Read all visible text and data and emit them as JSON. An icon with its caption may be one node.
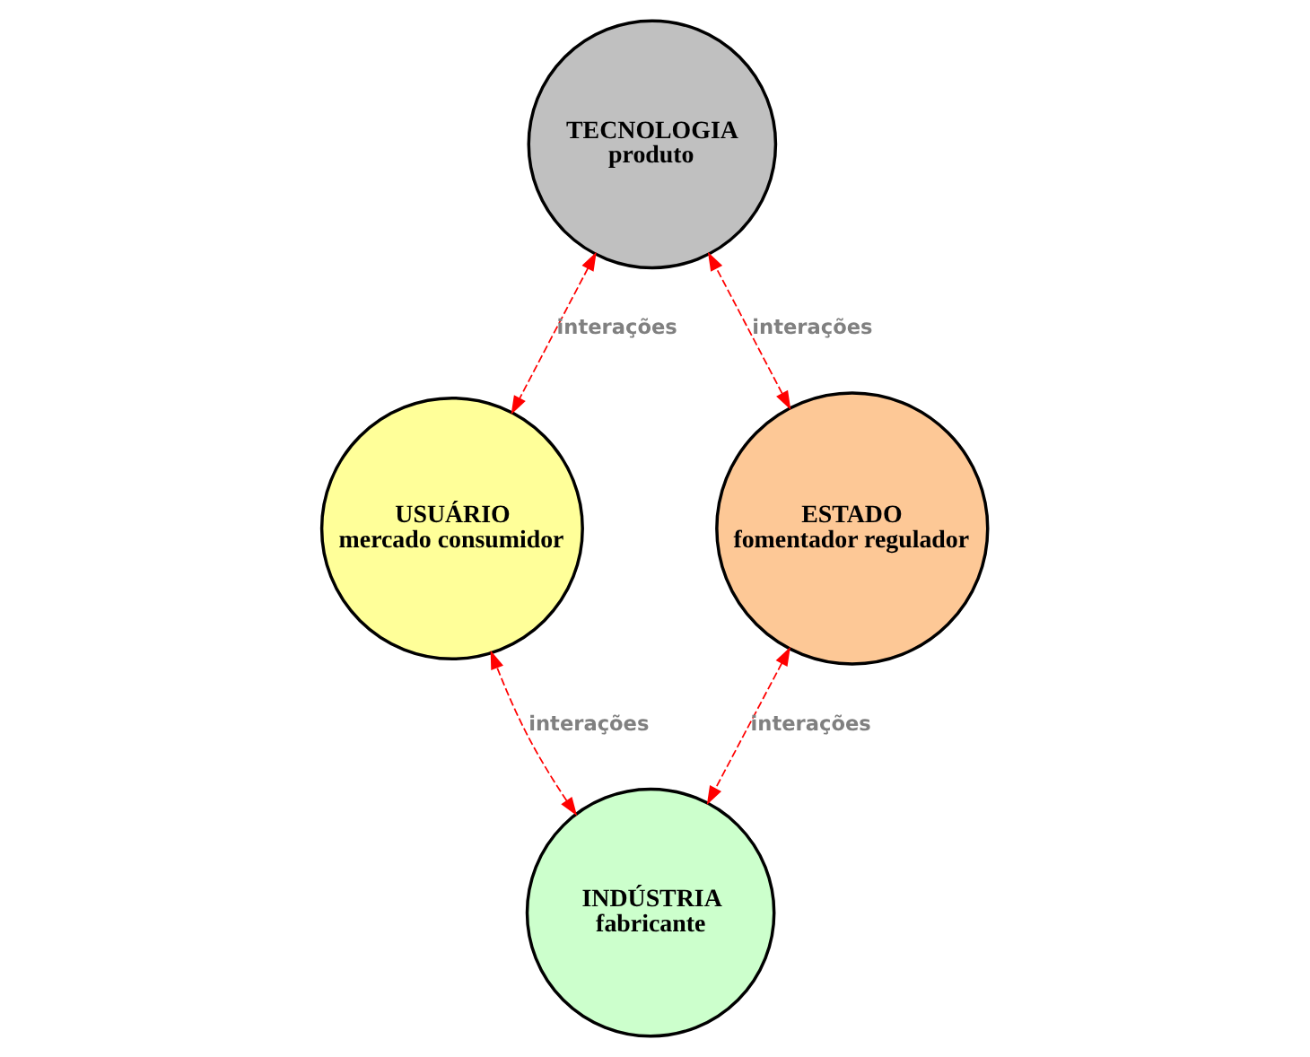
{
  "diagram": {
    "nodes": [
      {
        "text": [
          "TECNOLOGIA",
          "produto"
        ]
      },
      {
        "text": [
          "ESTADO",
          "fomentador regulador"
        ]
      },
      {
        "text": [
          "USUÁRIO",
          "mercado consumidor"
        ]
      },
      {
        "text": [
          "INDÚSTRIA",
          "fabricante"
        ]
      }
    ],
    "edges": [
      {
        "from": 1,
        "to": 0,
        "arrow": "both",
        "style": "dashed",
        "color": "#ff0000",
        "label": "interações"
      },
      {
        "from": 0,
        "to": 2,
        "arrow": "both",
        "style": "dashed",
        "color": "#ff0000",
        "label": "interações"
      },
      {
        "from": 1,
        "to": 3,
        "arrow": "both",
        "style": "dashed",
        "color": "#ff0000",
        "label": "interações"
      },
      {
        "from": 3,
        "to": 2,
        "arrow": "both",
        "style": "dashed",
        "color": "#ff0000",
        "label": "interações"
      }
    ]
  }
}
